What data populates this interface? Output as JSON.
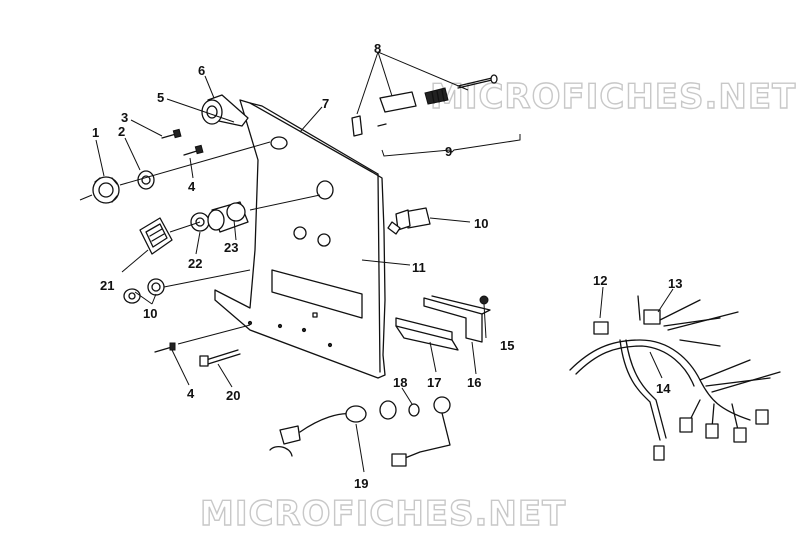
{
  "watermark": {
    "top": "MICROFICHES.NET",
    "bottom": "MICROFICHES.NET"
  },
  "callouts": [
    {
      "id": "c1",
      "label": "1"
    },
    {
      "id": "c2",
      "label": "2"
    },
    {
      "id": "c3",
      "label": "3"
    },
    {
      "id": "c4a",
      "label": "4"
    },
    {
      "id": "c4b",
      "label": "4"
    },
    {
      "id": "c5",
      "label": "5"
    },
    {
      "id": "c6",
      "label": "6"
    },
    {
      "id": "c7",
      "label": "7"
    },
    {
      "id": "c8",
      "label": "8"
    },
    {
      "id": "c9",
      "label": "9"
    },
    {
      "id": "c10a",
      "label": "10"
    },
    {
      "id": "c10b",
      "label": "10"
    },
    {
      "id": "c11",
      "label": "11"
    },
    {
      "id": "c12",
      "label": "12"
    },
    {
      "id": "c13",
      "label": "13"
    },
    {
      "id": "c14",
      "label": "14"
    },
    {
      "id": "c15",
      "label": "15"
    },
    {
      "id": "c16",
      "label": "16"
    },
    {
      "id": "c17",
      "label": "17"
    },
    {
      "id": "c18",
      "label": "18"
    },
    {
      "id": "c19",
      "label": "19"
    },
    {
      "id": "c20",
      "label": "20"
    },
    {
      "id": "c21",
      "label": "21"
    },
    {
      "id": "c22",
      "label": "22"
    },
    {
      "id": "c23",
      "label": "23"
    }
  ]
}
